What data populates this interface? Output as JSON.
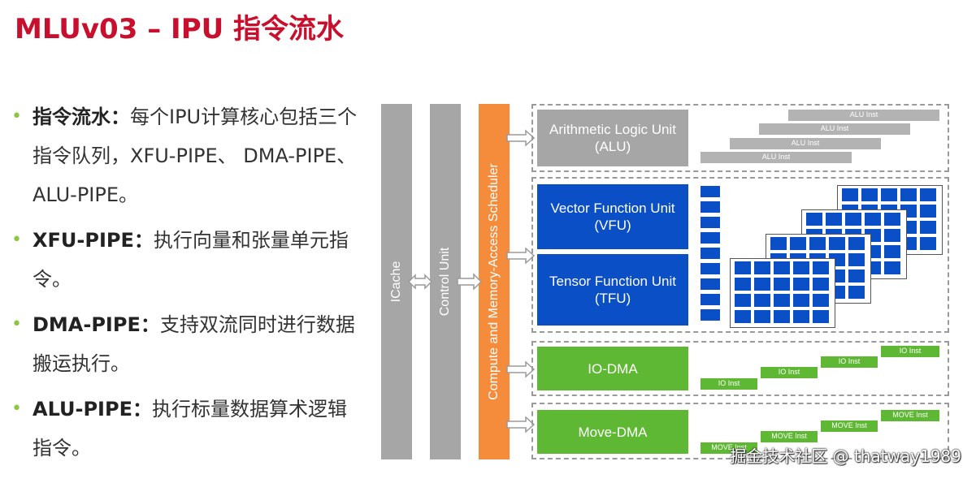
{
  "title": "MLUv03 – IPU 指令流水",
  "bullets": [
    {
      "head": "指令流水：",
      "body": "每个IPU计算核心包括三个指令队列，XFU-PIPE、 DMA-PIPE、ALU-PIPE。"
    },
    {
      "head": "XFU-PIPE：",
      "body": "执行向量和张量单元指令。"
    },
    {
      "head": "DMA-PIPE：",
      "body": "支持双流同时进行数据搬运执行。"
    },
    {
      "head": "ALU-PIPE：",
      "body": "执行标量数据算术逻辑指令。"
    }
  ],
  "diagram": {
    "icache": "ICache",
    "control_unit": "Control Unit",
    "scheduler": "Compute and Memory-Access Scheduler",
    "alu": {
      "line1": "Arithmetic Logic Unit",
      "line2": "(ALU)",
      "inst": "ALU Inst"
    },
    "vfu": {
      "line1": "Vector Function Unit",
      "line2": "(VFU)"
    },
    "tfu": {
      "line1": "Tensor Function Unit",
      "line2": "(TFU)"
    },
    "io_dma": {
      "label": "IO-DMA",
      "inst": "IO Inst"
    },
    "move_dma": {
      "label": "Move-DMA",
      "inst": "MOVE Inst"
    }
  },
  "watermark": "掘金技术社区 @ thatway1989",
  "colors": {
    "title": "#c8102e",
    "bullet_dot": "#8dc63f",
    "gray": "#a6a6a6",
    "orange": "#f58c3c",
    "blue": "#0b4fc7",
    "green": "#5fb833"
  }
}
